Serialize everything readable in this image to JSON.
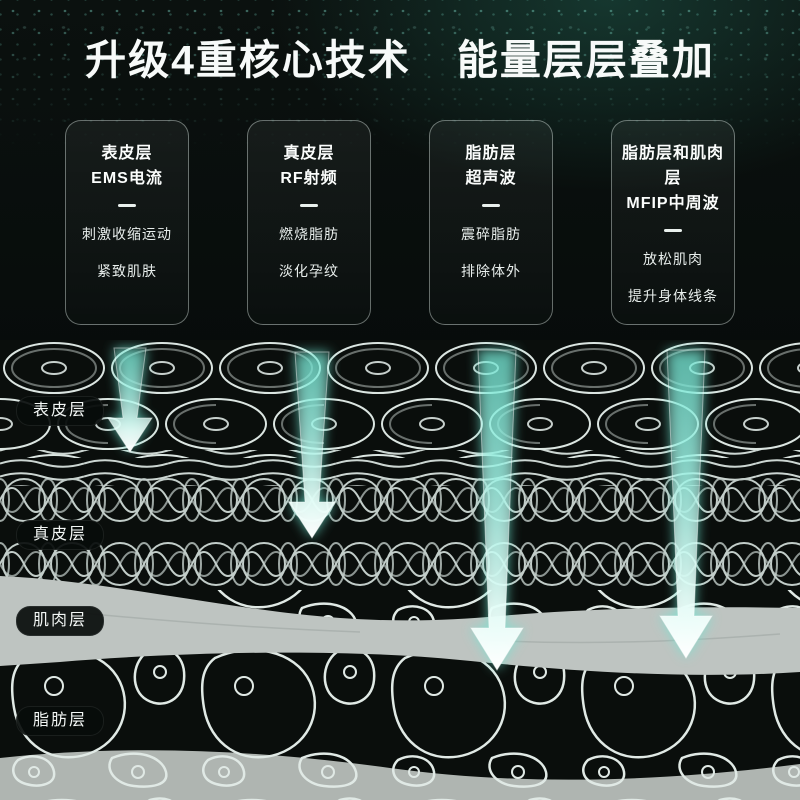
{
  "header": {
    "title_left": "升级4重核心技术",
    "title_right": "能量层层叠加"
  },
  "cards": [
    {
      "layer": "表皮层",
      "tech": "EMS电流",
      "line1": "刺激收缩运动",
      "line2": "紧致肌肤"
    },
    {
      "layer": "真皮层",
      "tech": "RF射频",
      "line1": "燃烧脂肪",
      "line2": "淡化孕纹"
    },
    {
      "layer": "脂肪层",
      "tech": "超声波",
      "line1": "震碎脂肪",
      "line2": "排除体外"
    },
    {
      "layer": "脂肪层和肌肉层",
      "tech": "MFIP中周波",
      "line1": "放松肌肉",
      "line2": "提升身体线条"
    }
  ],
  "skin_layers": {
    "labels": [
      "表皮层",
      "真皮层",
      "肌肉层",
      "脂肪层"
    ]
  },
  "colors": {
    "background": "#070c0b",
    "accent_glow": "#7af0dc",
    "muscle_gray": "#bec4c1",
    "text": "#ffffff"
  }
}
